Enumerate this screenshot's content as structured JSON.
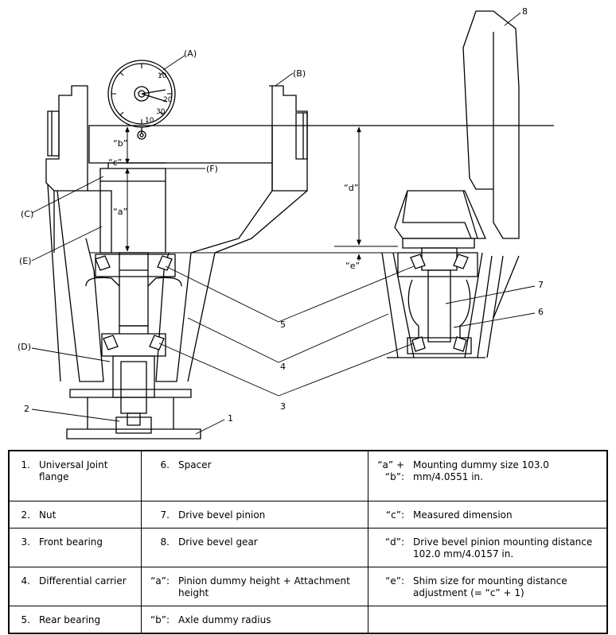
{
  "callouts": {
    "A": "(A)",
    "B": "(B)",
    "C": "(C)",
    "D": "(D)",
    "E": "(E)",
    "F": "(F)",
    "n1": "1",
    "n2": "2",
    "n3": "3",
    "n4": "4",
    "n5": "5",
    "n6": "6",
    "n7": "7",
    "n8": "8",
    "a": "“a”",
    "b": "“b”",
    "c": "“c”",
    "d": "“d”",
    "e": "“e”"
  },
  "gauge_ticks": {
    "t1": "10",
    "t2": "20",
    "t3": "30",
    "t4": "10"
  },
  "legend": {
    "rows": [
      {
        "n1": "1.",
        "t1": "Universal Joint flange",
        "n2": "6.",
        "t2": "Spacer",
        "n3": "“a” + “b”:",
        "t3": "Mounting dummy size 103.0 mm/4.0551 in."
      },
      {
        "n1": "2.",
        "t1": "Nut",
        "n2": "7.",
        "t2": "Drive bevel pinion",
        "n3": "“c”:",
        "t3": "Measured dimension"
      },
      {
        "n1": "3.",
        "t1": "Front bearing",
        "n2": "8.",
        "t2": "Drive bevel gear",
        "n3": "“d”:",
        "t3": "Drive bevel pinion mounting distance 102.0 mm/4.0157 in."
      },
      {
        "n1": "4.",
        "t1": "Differential carrier",
        "n2": "“a”:",
        "t2": "Pinion dummy height + Attachment height",
        "n3": "“e”:",
        "t3": "Shim size for mounting distance adjustment (= “c” + 1)"
      },
      {
        "n1": "5.",
        "t1": "Rear bearing",
        "n2": "“b”:",
        "t2": "Axle dummy radius",
        "n3": "",
        "t3": ""
      }
    ]
  }
}
